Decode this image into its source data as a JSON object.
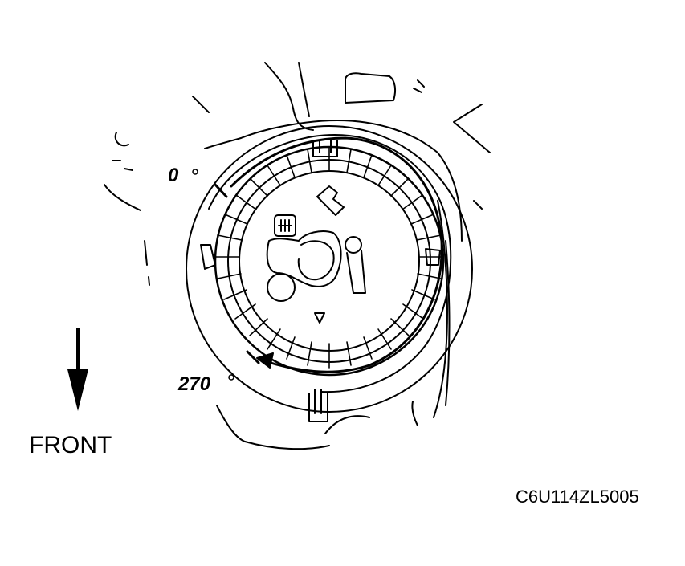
{
  "labels": {
    "angle_start": "0",
    "angle_end": "270",
    "front": "FRONT",
    "figure_code": "C6U114ZL5005"
  },
  "colors": {
    "line": "#000000",
    "background": "#ffffff"
  },
  "icons": {
    "front_arrow": "arrow-down-icon",
    "rotation_arrow": "curved-arrow-icon",
    "marker": "triangle-down-icon"
  }
}
